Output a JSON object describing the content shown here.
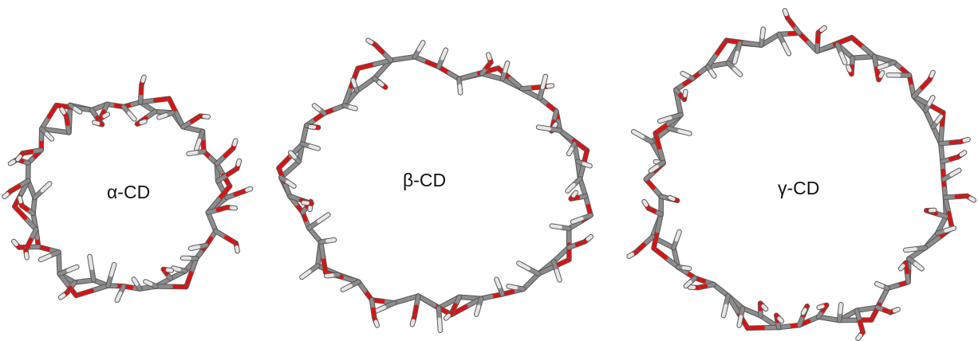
{
  "figure": {
    "molecules": [
      {
        "id": "alpha",
        "label": "α-CD",
        "glucose_units": 6
      },
      {
        "id": "beta",
        "label": "β-CD",
        "glucose_units": 7
      },
      {
        "id": "gamma",
        "label": "γ-CD",
        "glucose_units": 8
      }
    ]
  },
  "colors": {
    "carbon_bond": "#8c8c8c",
    "carbon_bond_light": "#c8c8c8",
    "oxygen": "#e01010",
    "hydrogen": "#e6e6e6",
    "label_text": "#111111"
  }
}
